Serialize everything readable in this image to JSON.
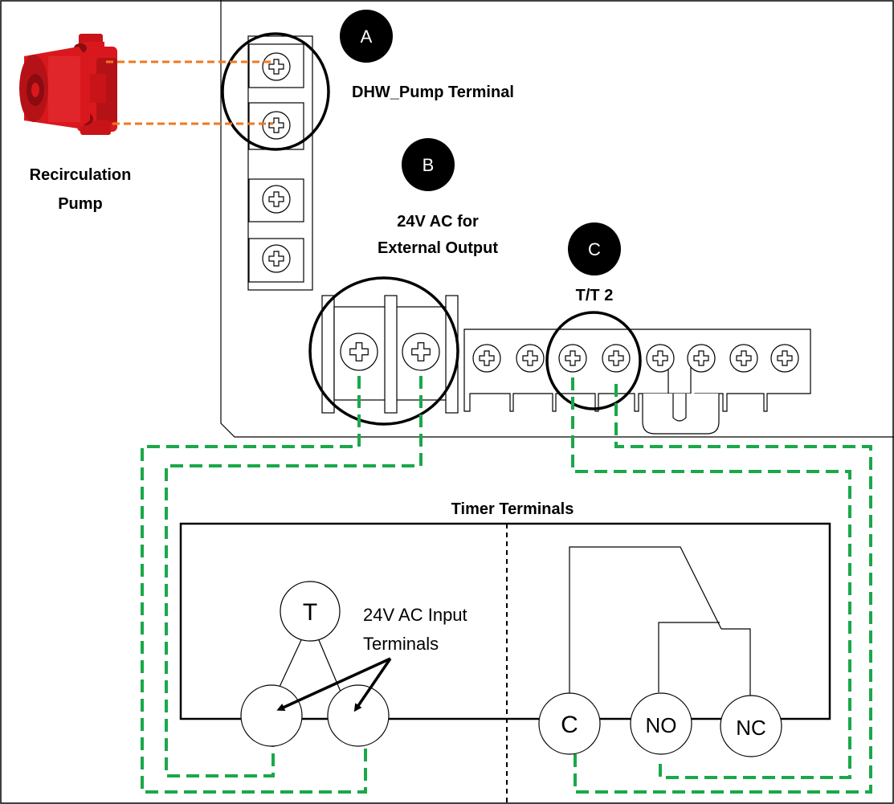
{
  "colors": {
    "line": "#000000",
    "pump": "#d9181e",
    "pump_dark": "#8a0c10",
    "pump_wire": "#f07820",
    "timer_wire": "#1aa84a",
    "badge_bg": "#000000",
    "badge_text": "#ffffff"
  },
  "badges": {
    "a": "A",
    "b": "B",
    "c": "C"
  },
  "labels": {
    "dhw_pump_terminal": "DHW_Pump Terminal",
    "recirculation_line1": "Recirculation",
    "recirculation_line2": "Pump",
    "ac24_line1": "24V AC for",
    "ac24_line2": "External Output",
    "tt2": "T/T 2",
    "timer_terminals": "Timer Terminals",
    "ac_input_line1": "24V AC Input",
    "ac_input_line2": "Terminals"
  },
  "timer": {
    "terminal_t": "T",
    "terminal_c": "C",
    "terminal_no": "NO",
    "terminal_nc": "NC"
  },
  "icons": {
    "screw": "screw-icon",
    "pump": "recirculation-pump-icon",
    "arrow": "arrow-icon"
  }
}
